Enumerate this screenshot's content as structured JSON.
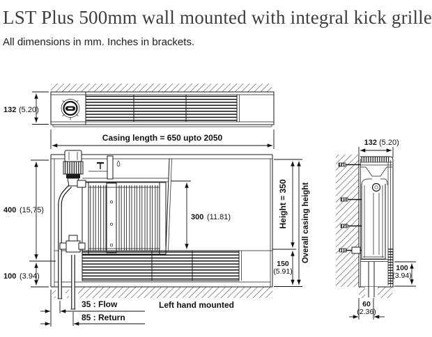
{
  "header": {
    "title": "LST Plus 500mm wall mounted with integral kick grille",
    "subtitle": "All dimensions in mm. Inches in brackets."
  },
  "top_view": {
    "depth": {
      "mm": "132",
      "in": "(5.20)"
    },
    "casing_length": "Casing length = 650 upto 2050"
  },
  "front_view": {
    "upper_height": {
      "mm": "400",
      "in": "(15,75)"
    },
    "lower_height": {
      "mm": "100",
      "in": "(3.94)"
    },
    "panel_opening": {
      "mm": "300",
      "in": "(11.81)"
    },
    "height_label": "Height = 350",
    "overall_label": "Overall casing height",
    "kick_grille": {
      "mm": "150",
      "in": "(5.91)"
    },
    "flow": "35 : Flow",
    "return": "85 : Return",
    "mounting": "Left hand mounted"
  },
  "side_view": {
    "depth": {
      "mm": "132",
      "in": "(5.20)"
    },
    "kick_height": {
      "mm": "100",
      "in": "(3.94)"
    },
    "pipe_offset": {
      "mm": "60",
      "in": "(2.36)"
    }
  }
}
